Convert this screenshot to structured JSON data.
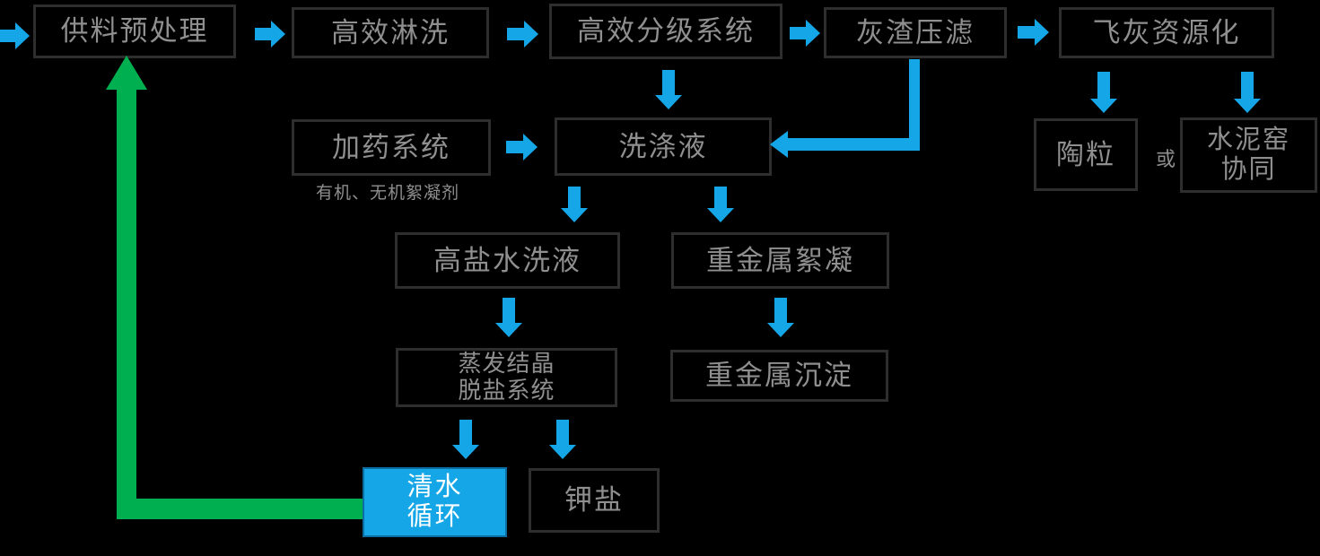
{
  "diagram": {
    "nodes": {
      "feed": {
        "label": "供料预处理"
      },
      "rinse": {
        "label": "高效淋洗"
      },
      "grading": {
        "label": "高效分级系统"
      },
      "ash_filter": {
        "label": "灰渣压滤"
      },
      "flyash": {
        "label": "飞灰资源化"
      },
      "dosing": {
        "label": "加药系统",
        "caption": "有机、无机絮凝剂"
      },
      "wash_liquid": {
        "label": "洗涤液"
      },
      "ceramsite": {
        "label": "陶粒"
      },
      "or_label": "或",
      "cement_kiln": {
        "line1": "水泥窑",
        "line2": "协同"
      },
      "high_salt": {
        "label": "高盐水洗液"
      },
      "hm_flocculation": {
        "label": "重金属絮凝"
      },
      "evaporation": {
        "line1": "蒸发结晶",
        "line2": "脱盐系统"
      },
      "hm_precipitation": {
        "label": "重金属沉淀"
      },
      "clean_water": {
        "line1": "清水",
        "line2": "循环"
      },
      "potassium_salt": {
        "label": "钾盐"
      }
    },
    "colors": {
      "arrow_blue": "#14a6e6",
      "recycle_green": "#00b050",
      "box_border": "#2e2e2e",
      "box_text": "#8f8f8f",
      "highlight_fill": "#14a6e6",
      "highlight_text": "#ffffff",
      "background": "#000000"
    }
  }
}
